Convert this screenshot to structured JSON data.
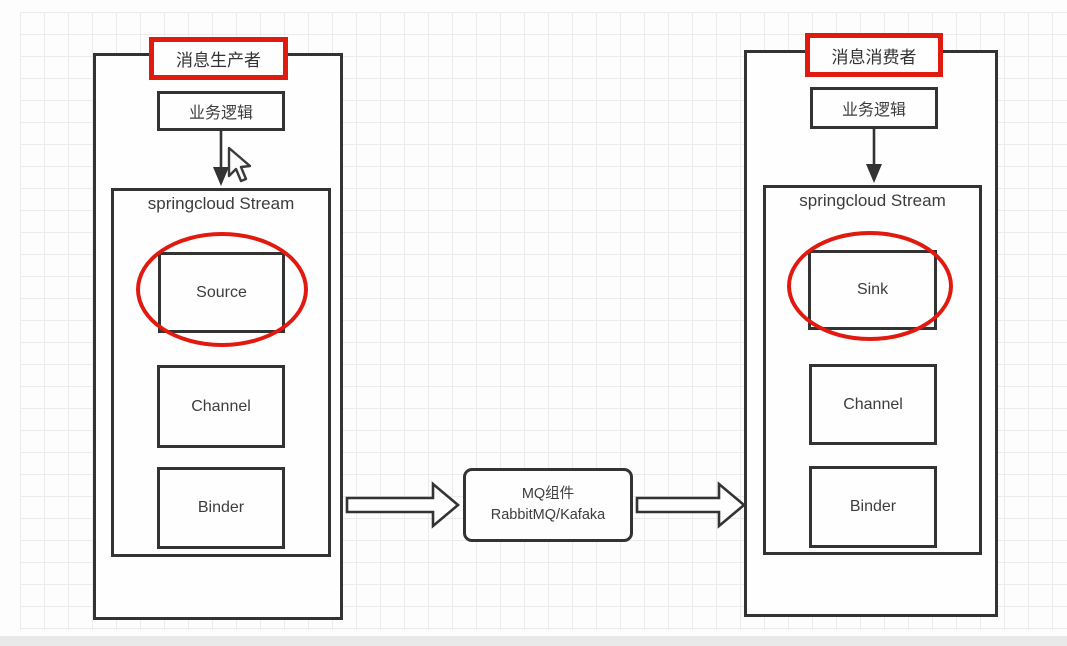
{
  "diagram": {
    "producer": {
      "title": "消息生产者",
      "business_logic": "业务逻辑",
      "stream_label": "springcloud Stream",
      "source": "Source",
      "channel": "Channel",
      "binder": "Binder"
    },
    "consumer": {
      "title": "消息消费者",
      "business_logic": "业务逻辑",
      "stream_label": "springcloud Stream",
      "sink": "Sink",
      "channel": "Channel",
      "binder": "Binder"
    },
    "mq": {
      "line1": "MQ组件",
      "line2": "RabbitMQ/Kafaka"
    },
    "colors": {
      "highlight_red": "#e11a10",
      "shape_border": "#333333",
      "grid_line": "#ebebeb",
      "bottom_bar": "#e9e9e9"
    }
  }
}
